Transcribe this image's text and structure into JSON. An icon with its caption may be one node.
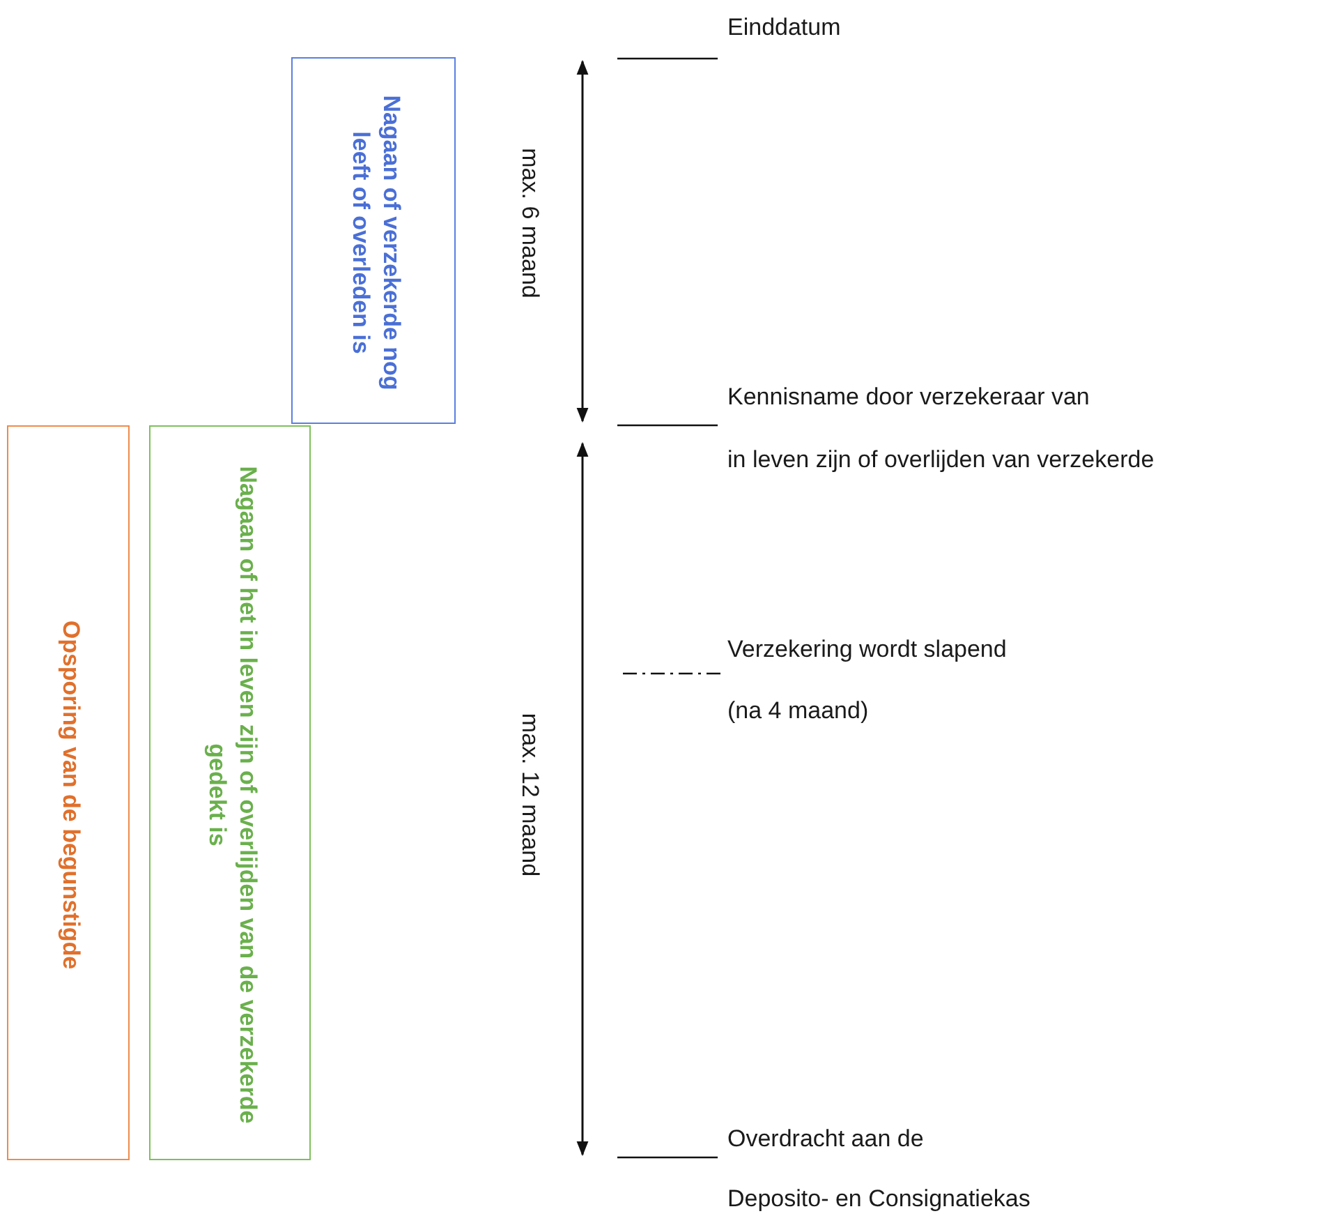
{
  "diagram": {
    "nodes": [
      {
        "text": [
          "Nagaan of verzekerde nog leeft of overleden is"
        ]
      },
      {
        "text": [
          "Opsporing van de begunstigde"
        ]
      },
      {
        "text": [
          "Nagaan of het in leven zijn of overlijden van de verzekerde gedekt is"
        ]
      }
    ],
    "edges": [],
    "labels": [
      "Einddatum",
      "max. 6 maand",
      "Kennisname door verzekeraar van",
      "in leven zijn of overlijden van verzekerde",
      "Verzekering wordt slapend",
      "(na 4 maand)",
      "max. 12 maand",
      "Overdracht aan de",
      "Deposito- en Consignatiekas"
    ]
  }
}
